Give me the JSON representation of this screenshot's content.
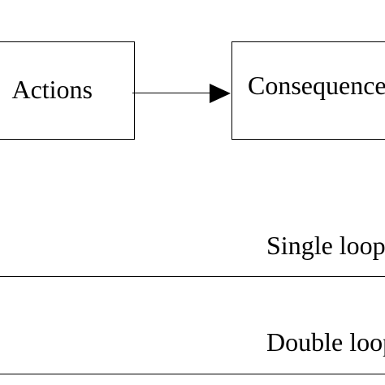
{
  "diagram": {
    "nodes": [
      {
        "id": "actions",
        "label": "Actions"
      },
      {
        "id": "consequences",
        "label": "Consequences"
      }
    ],
    "edges": [
      {
        "from": "actions",
        "to": "consequences"
      }
    ],
    "loops": {
      "single": "Single loop",
      "double": "Double loop"
    }
  }
}
